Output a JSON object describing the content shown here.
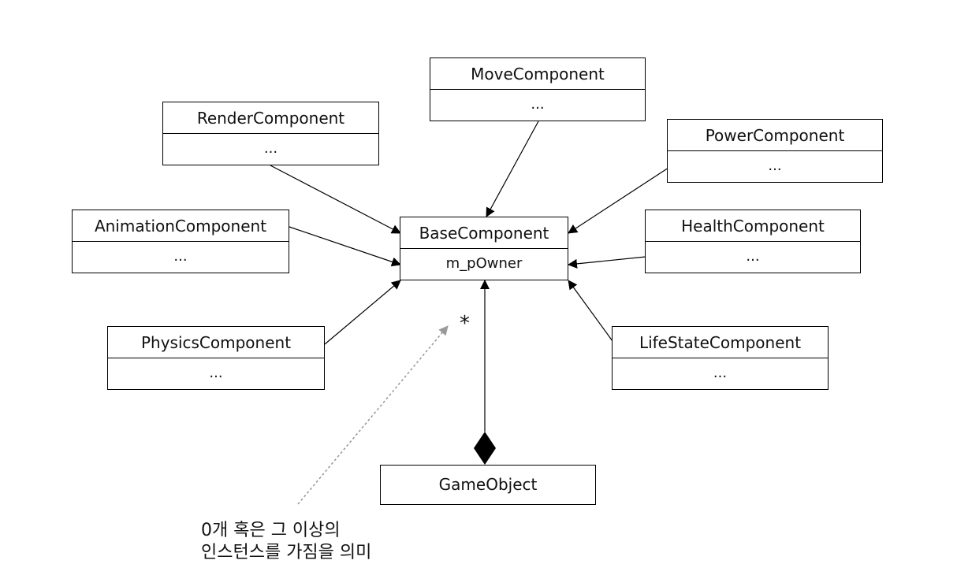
{
  "diagram": {
    "components": [
      {
        "id": "move",
        "name": "MoveComponent",
        "attr": "..."
      },
      {
        "id": "render",
        "name": "RenderComponent",
        "attr": "..."
      },
      {
        "id": "power",
        "name": "PowerComponent",
        "attr": "..."
      },
      {
        "id": "animation",
        "name": "AnimationComponent",
        "attr": "..."
      },
      {
        "id": "health",
        "name": "HealthComponent",
        "attr": "..."
      },
      {
        "id": "physics",
        "name": "PhysicsComponent",
        "attr": "..."
      },
      {
        "id": "lifestate",
        "name": "LifeStateComponent",
        "attr": "..."
      }
    ],
    "base": {
      "name": "BaseComponent",
      "attr": "m_pOwner"
    },
    "gameobject": {
      "name": "GameObject"
    },
    "multiplicity": "*",
    "note": {
      "line1": "0개 혹은 그 이상의",
      "line2": "인스턴스를 가짐을 의미"
    },
    "colors": {
      "line": "#000000",
      "note_arrow": "#9a9a9a"
    }
  }
}
